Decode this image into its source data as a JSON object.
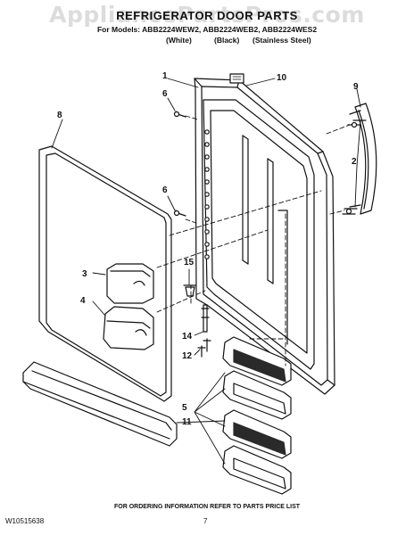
{
  "header": {
    "watermark": "AppliancePartsPros.com",
    "title": "REFRIGERATOR DOOR PARTS",
    "models_line": "For Models: ABB2224WEW2, ABB2224WEB2, ABB2224WES2",
    "variants": [
      "(White)",
      "(Black)",
      "(Stainless Steel)"
    ]
  },
  "callouts": {
    "c1": "1",
    "c2": "2",
    "c3": "3",
    "c4": "4",
    "c5": "5",
    "c6a": "6",
    "c6b": "6",
    "c8": "8",
    "c9": "9",
    "c10": "10",
    "c11": "11",
    "c12": "12",
    "c14": "14",
    "c15": "15"
  },
  "footer": {
    "ordering_note": "FOR ORDERING INFORMATION REFER TO PARTS PRICE LIST",
    "doc_number": "W10515638",
    "page_number": "7"
  },
  "colors": {
    "line": "#111111",
    "watermark": "#dcdcdc",
    "shelf_fill": "#2a2a2a"
  }
}
